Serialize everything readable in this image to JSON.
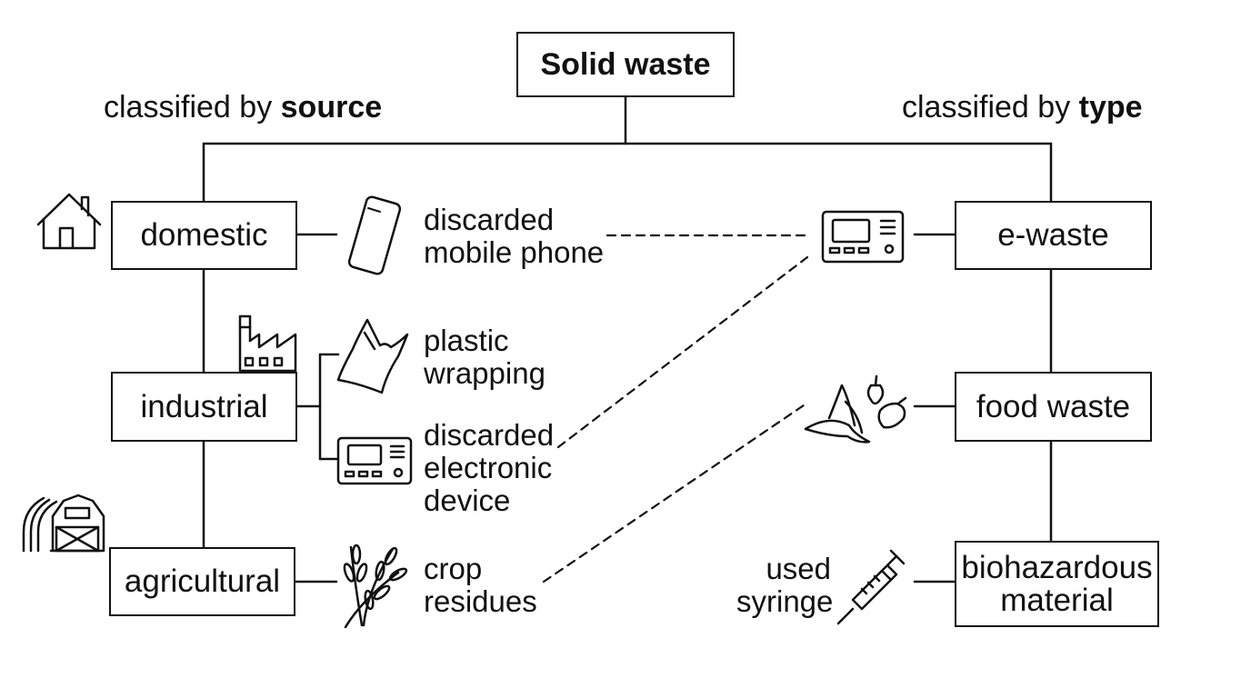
{
  "root": {
    "label": "Solid waste"
  },
  "headings": {
    "source_prefix": "classified by ",
    "source_bold": "source",
    "type_prefix": "classified by ",
    "type_bold": "type"
  },
  "sources": [
    {
      "label": "domestic",
      "icon": "house-icon"
    },
    {
      "label": "industrial",
      "icon": "factory-icon"
    },
    {
      "label": "agricultural",
      "icon": "barn-icon"
    }
  ],
  "types": [
    {
      "label": "e-waste",
      "icon": "electronic-device-icon"
    },
    {
      "label": "food waste",
      "icon": "food-scraps-icon"
    },
    {
      "label_line1": "biohazardous",
      "label_line2": "material"
    }
  ],
  "examples": {
    "phone": {
      "line1": "discarded",
      "line2": "mobile phone",
      "icon": "mobile-phone-icon"
    },
    "plastic": {
      "line1": "plastic",
      "line2": "wrapping",
      "icon": "plastic-bag-icon"
    },
    "electronic": {
      "line1": "discarded",
      "line2": "electronic",
      "line3": "device",
      "icon": "electronic-device-icon"
    },
    "crop": {
      "line1": "crop",
      "line2": "residues",
      "icon": "plant-icon"
    },
    "syringe": {
      "line1": "used",
      "line2": "syringe",
      "icon": "syringe-icon"
    }
  }
}
